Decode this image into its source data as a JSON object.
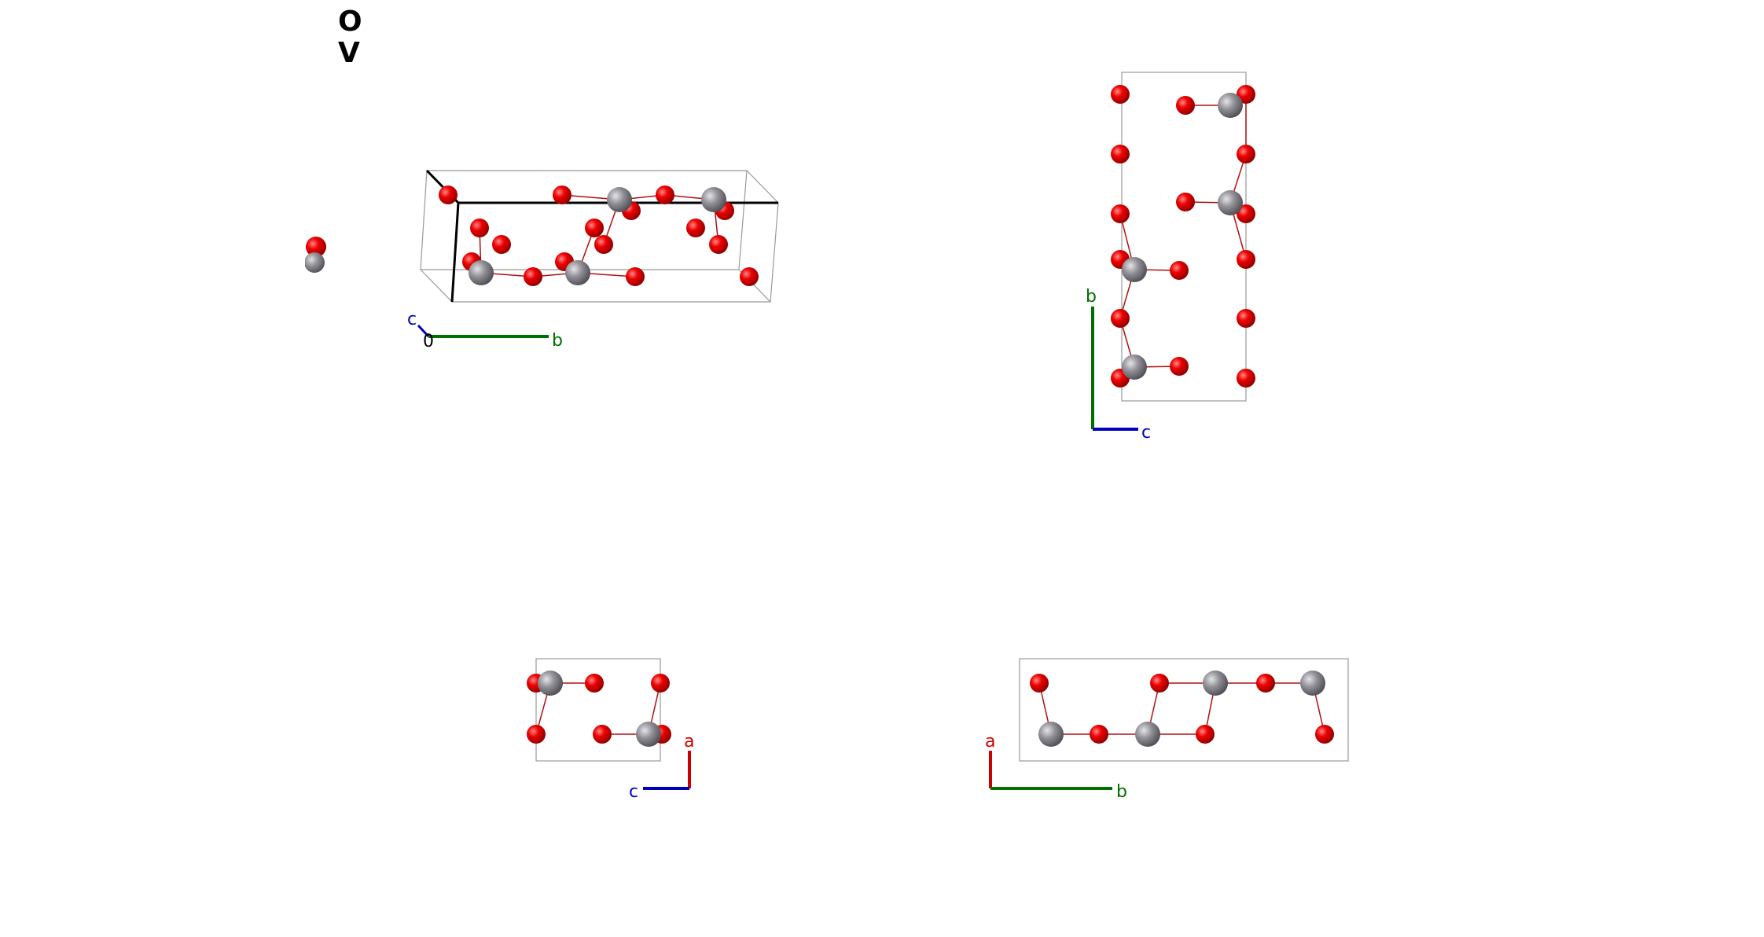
{
  "legend": {
    "items": [
      {
        "label": "O",
        "color": "#e00000"
      },
      {
        "label": "V",
        "color": "#8a8a8e"
      }
    ]
  },
  "colors": {
    "oxygen": "#e00000",
    "vanadium": "#8a8a8e",
    "bond": "#b01010",
    "cell": "#888888",
    "axis_a": "#cc0000",
    "axis_b": "#007000",
    "axis_c": "#0000bb"
  },
  "views": {
    "perspective": {
      "axes": {
        "origin_label": "0",
        "b_label": "b",
        "c_label": "c"
      }
    },
    "bc": {
      "axes": {
        "b_label": "b",
        "c_label": "c"
      }
    },
    "ac": {
      "axes": {
        "a_label": "a",
        "c_label": "c"
      }
    },
    "ab": {
      "axes": {
        "a_label": "a",
        "b_label": "b"
      }
    }
  }
}
